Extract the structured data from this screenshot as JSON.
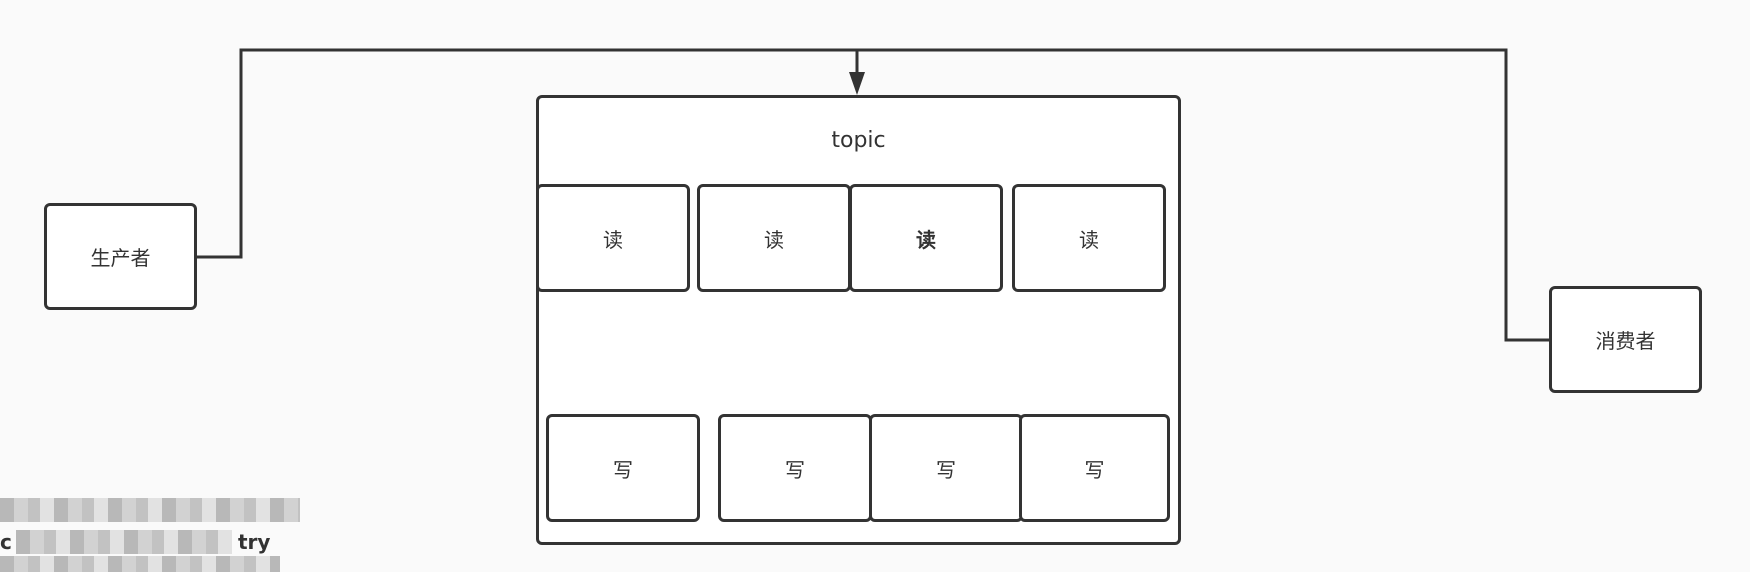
{
  "diagram": {
    "producer_label": "生产者",
    "consumer_label": "消费者",
    "topic_label": "topic",
    "read_nodes": [
      "读",
      "读",
      "读",
      "读"
    ],
    "write_nodes": [
      "写",
      "写",
      "写",
      "写"
    ]
  },
  "obscured_text": {
    "line_1_visible": "",
    "line_2_visible": "c",
    "line_2_tail": "try",
    "line_3_visible": ""
  }
}
